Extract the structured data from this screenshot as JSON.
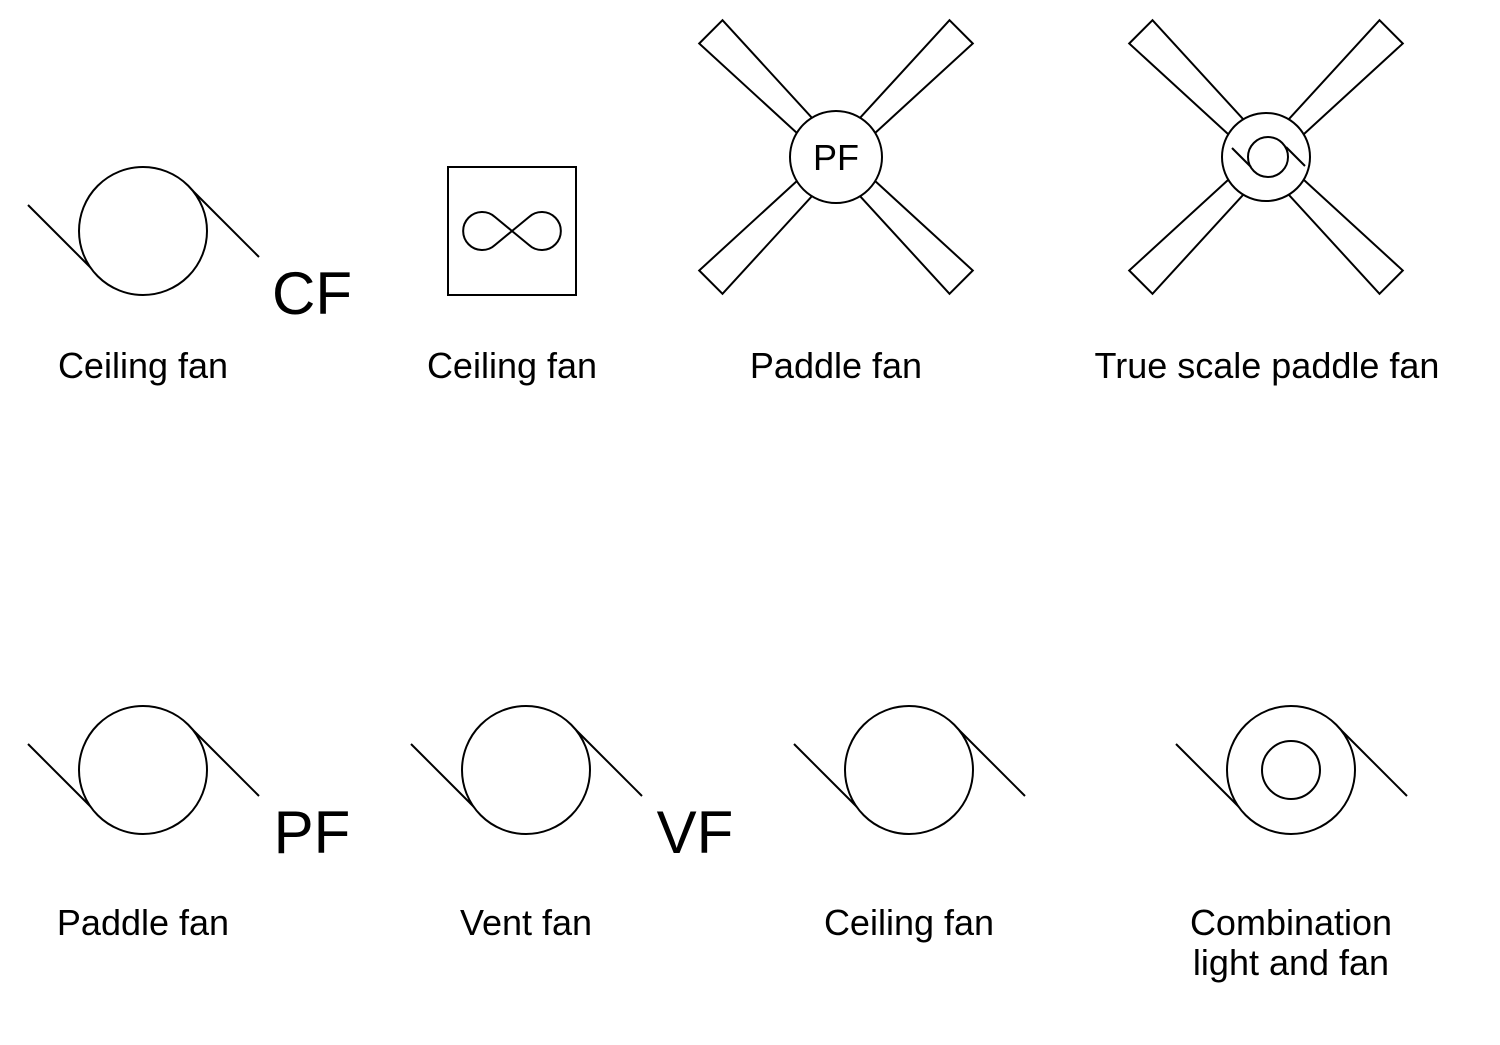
{
  "symbols": [
    {
      "label": "Ceiling fan",
      "code": "CF"
    },
    {
      "label": "Ceiling fan"
    },
    {
      "label": "Paddle fan",
      "code": "PF"
    },
    {
      "label": "True scale paddle fan"
    },
    {
      "label": "Paddle fan",
      "code": "PF"
    },
    {
      "label": "Vent fan",
      "code": "VF"
    },
    {
      "label": "Ceiling fan"
    },
    {
      "label_line1": "Combination",
      "label_line2": "light and fan"
    }
  ],
  "colors": {
    "stroke": "#000000",
    "background": "#ffffff"
  }
}
